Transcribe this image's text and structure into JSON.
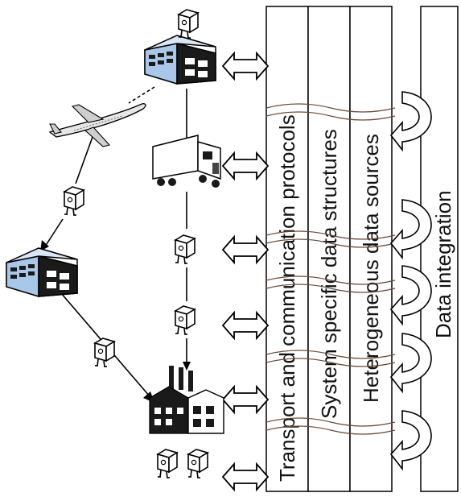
{
  "layers": [
    {
      "label": "Transport and communication protocols"
    },
    {
      "label": "System specific data structures"
    },
    {
      "label": "Heterogeneous data sources"
    },
    {
      "label": "Data integration"
    }
  ],
  "icons": {
    "warehouse": "warehouse-icon",
    "airplane": "airplane-icon",
    "truck": "truck-icon",
    "package": "package-icon",
    "factory": "factory-icon",
    "exchange_arrow": "bidirectional-arrow-icon",
    "integration_arrow": "curved-integration-arrow-icon"
  },
  "colors": {
    "building_blue": "#a9c7e8",
    "outline": "#000000",
    "layer_fill": "#ffffff"
  }
}
